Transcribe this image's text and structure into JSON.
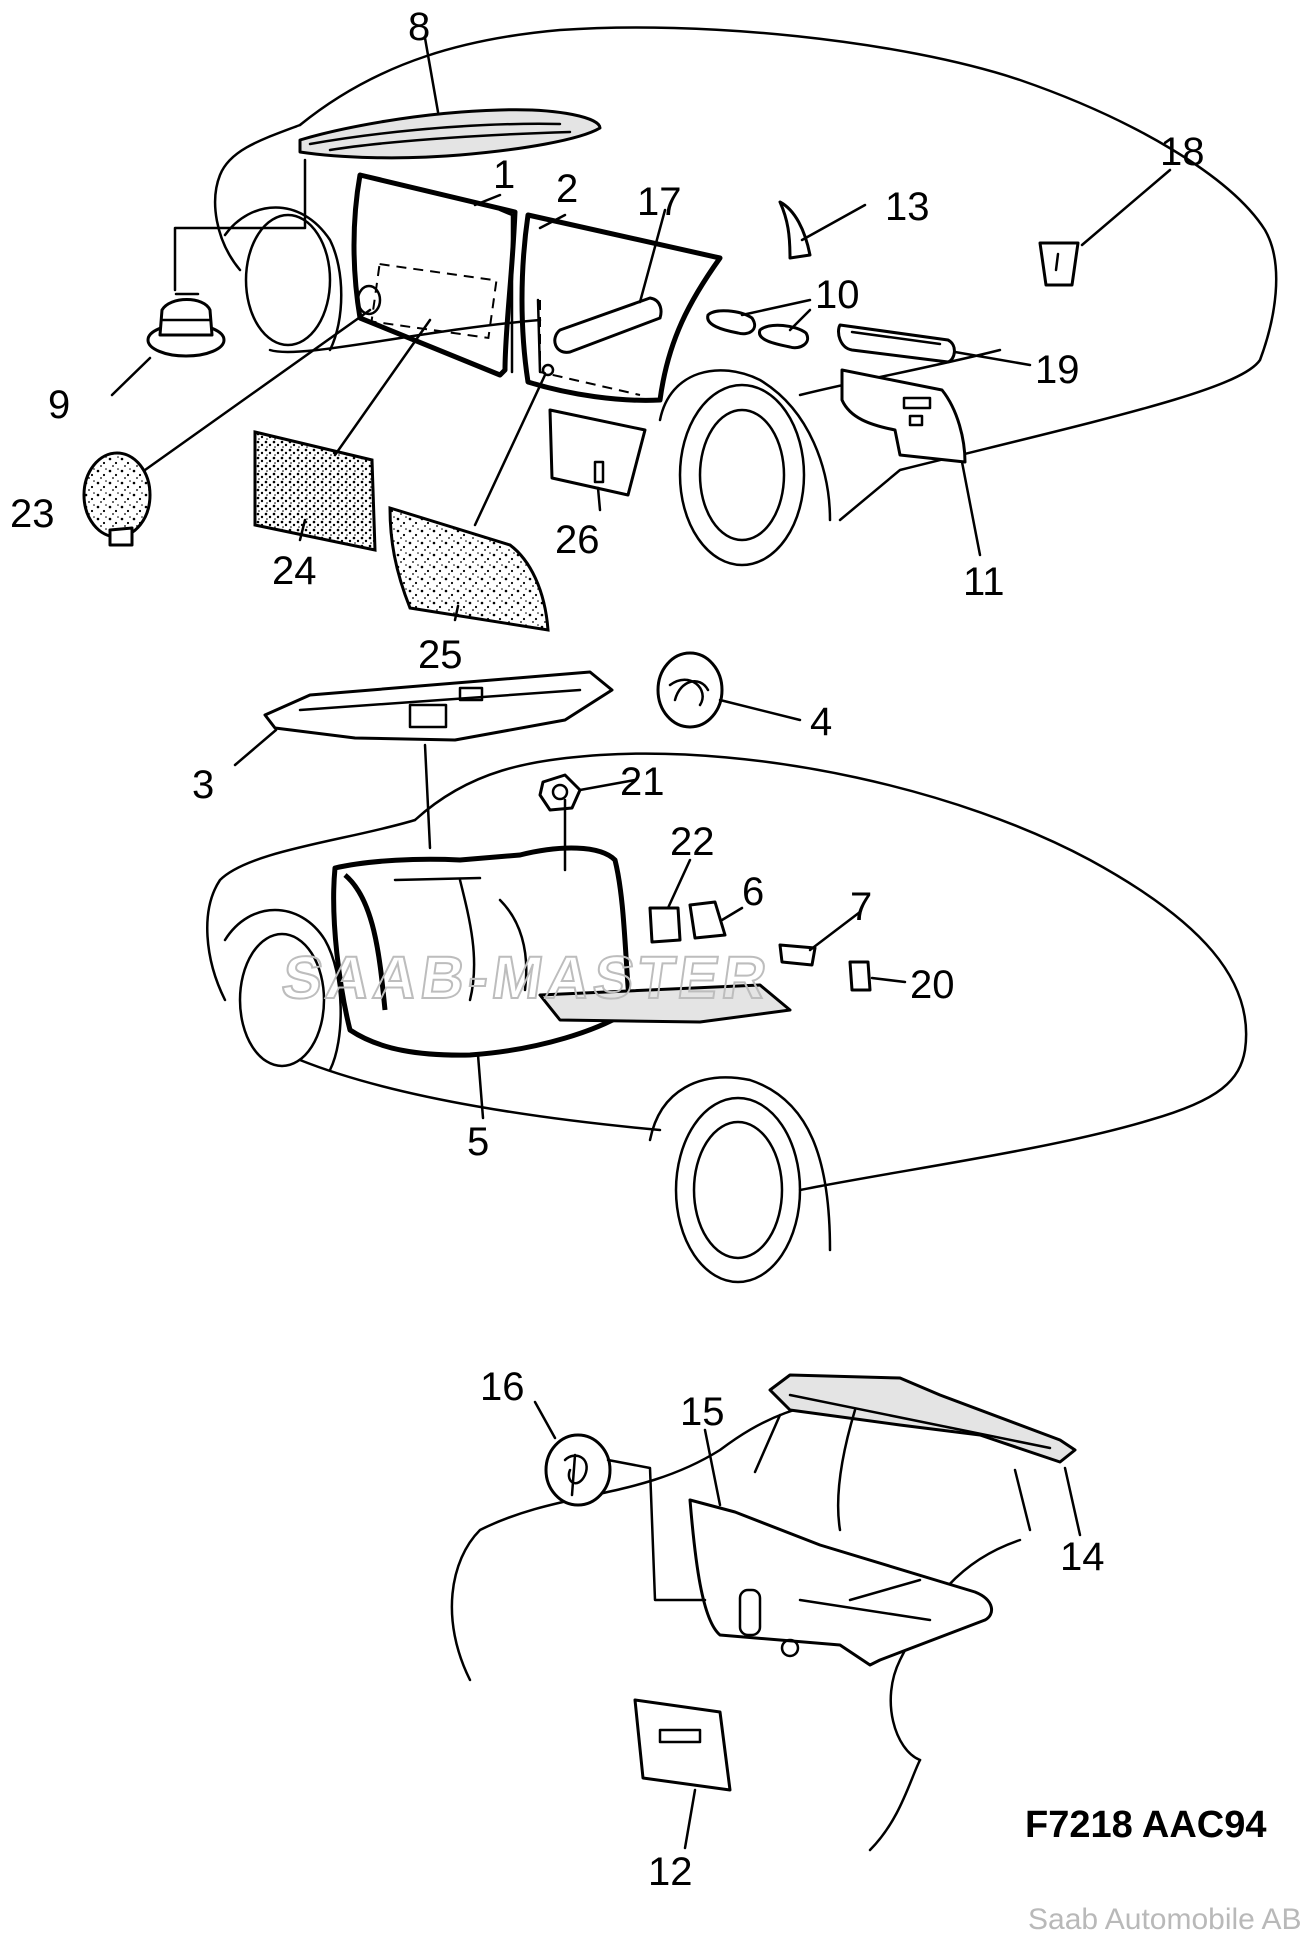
{
  "callouts": {
    "n1": "1",
    "n2": "2",
    "n3": "3",
    "n4": "4",
    "n5": "5",
    "n6": "6",
    "n7": "7",
    "n8": "8",
    "n9": "9",
    "n10": "10",
    "n11": "11",
    "n12": "12",
    "n13": "13",
    "n14": "14",
    "n15": "15",
    "n16": "16",
    "n17": "17",
    "n18": "18",
    "n19": "19",
    "n20": "20",
    "n21": "21",
    "n22": "22",
    "n23": "23",
    "n24": "24",
    "n25": "25",
    "n26": "26"
  },
  "figure_code": "F7218 AAC94",
  "watermark": "SAAB-MASTER",
  "copyright": "Saab Automobile AB",
  "colors": {
    "line": "#000000",
    "background": "#ffffff",
    "credit": "#b9b9b9",
    "watermark": "#bdbdbd"
  }
}
